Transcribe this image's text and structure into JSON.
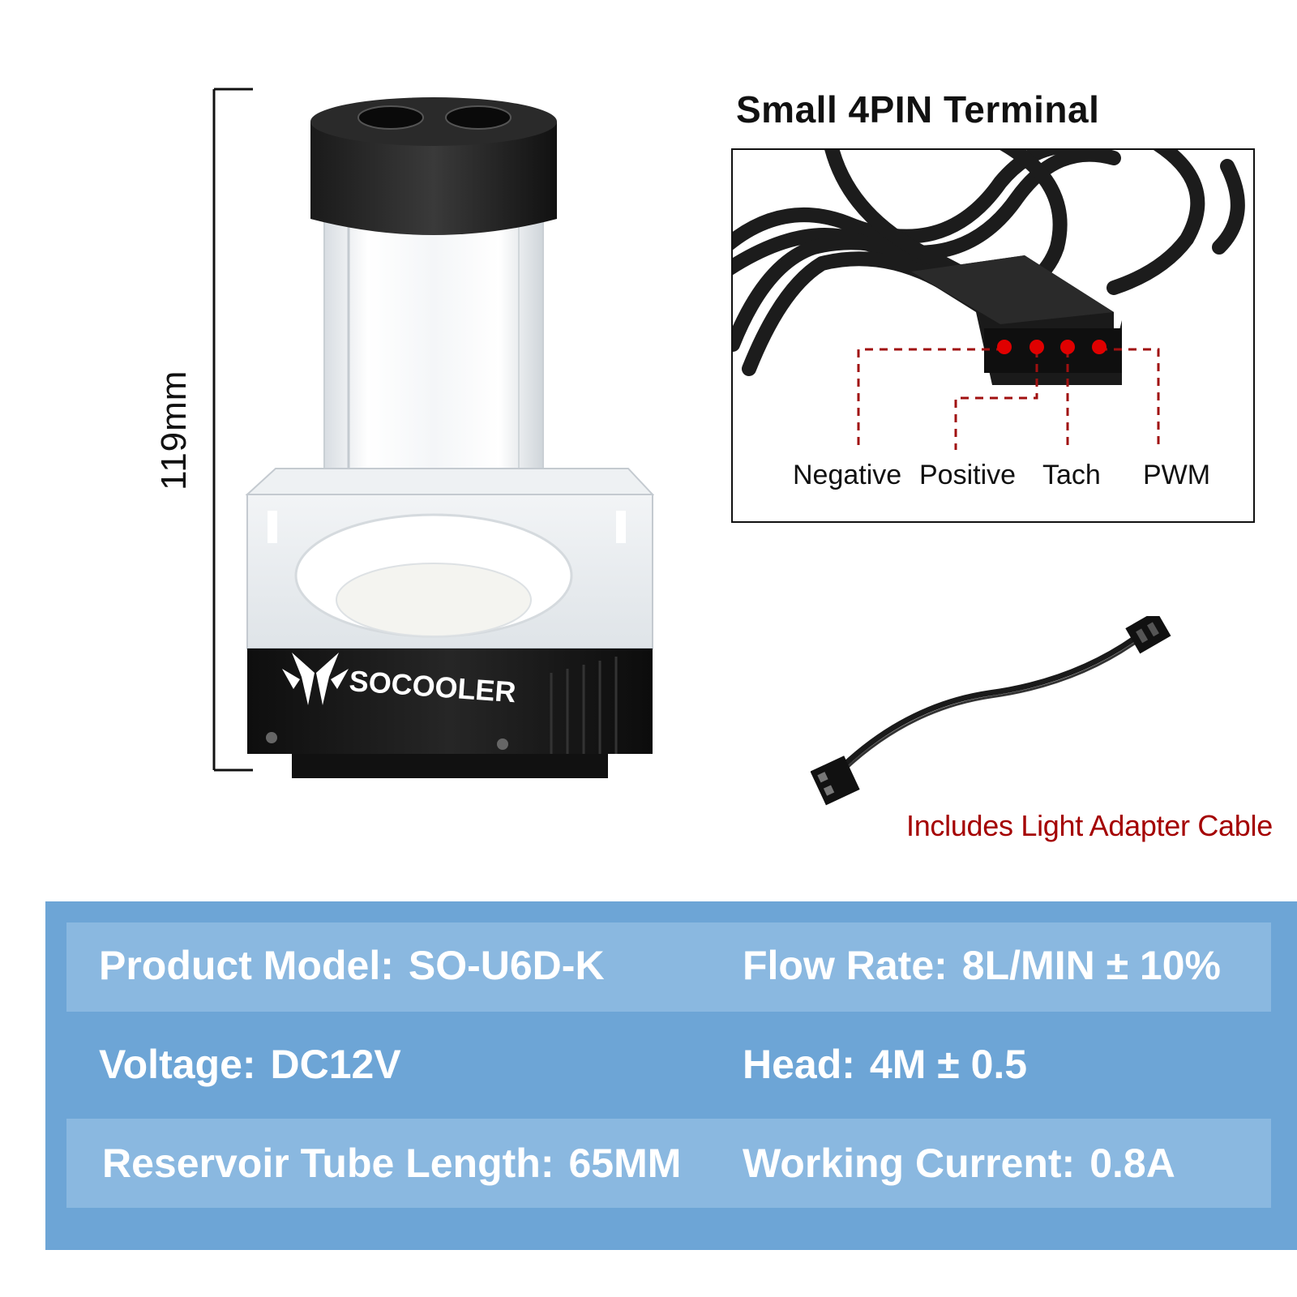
{
  "dimension": {
    "height_label": "119mm"
  },
  "pump": {
    "brand": "SOCOOLER",
    "logo_icon": "socooler-wings-logo"
  },
  "terminal": {
    "title": "Small 4PIN Terminal",
    "pins": [
      {
        "label": "Negative"
      },
      {
        "label": "Positive"
      },
      {
        "label": "Tach"
      },
      {
        "label": "PWM"
      }
    ],
    "pin_color": "#e00000"
  },
  "adapter": {
    "caption": "Includes Light Adapter Cable",
    "caption_color": "#a40000"
  },
  "specs": {
    "rows": [
      {
        "left": {
          "label": "Product Model:",
          "value": "SO-U6D-K"
        },
        "right": {
          "label": "Flow Rate:",
          "value": "8L/MIN ± 10%"
        }
      },
      {
        "left": {
          "label": "Voltage:",
          "value": "DC12V"
        },
        "right": {
          "label": "Head:",
          "value": "4M ± 0.5"
        }
      },
      {
        "left": {
          "label": "Reservoir Tube Length:",
          "value": "65MM"
        },
        "right": {
          "label": "Working Current:",
          "value": "0.8A"
        }
      }
    ]
  }
}
